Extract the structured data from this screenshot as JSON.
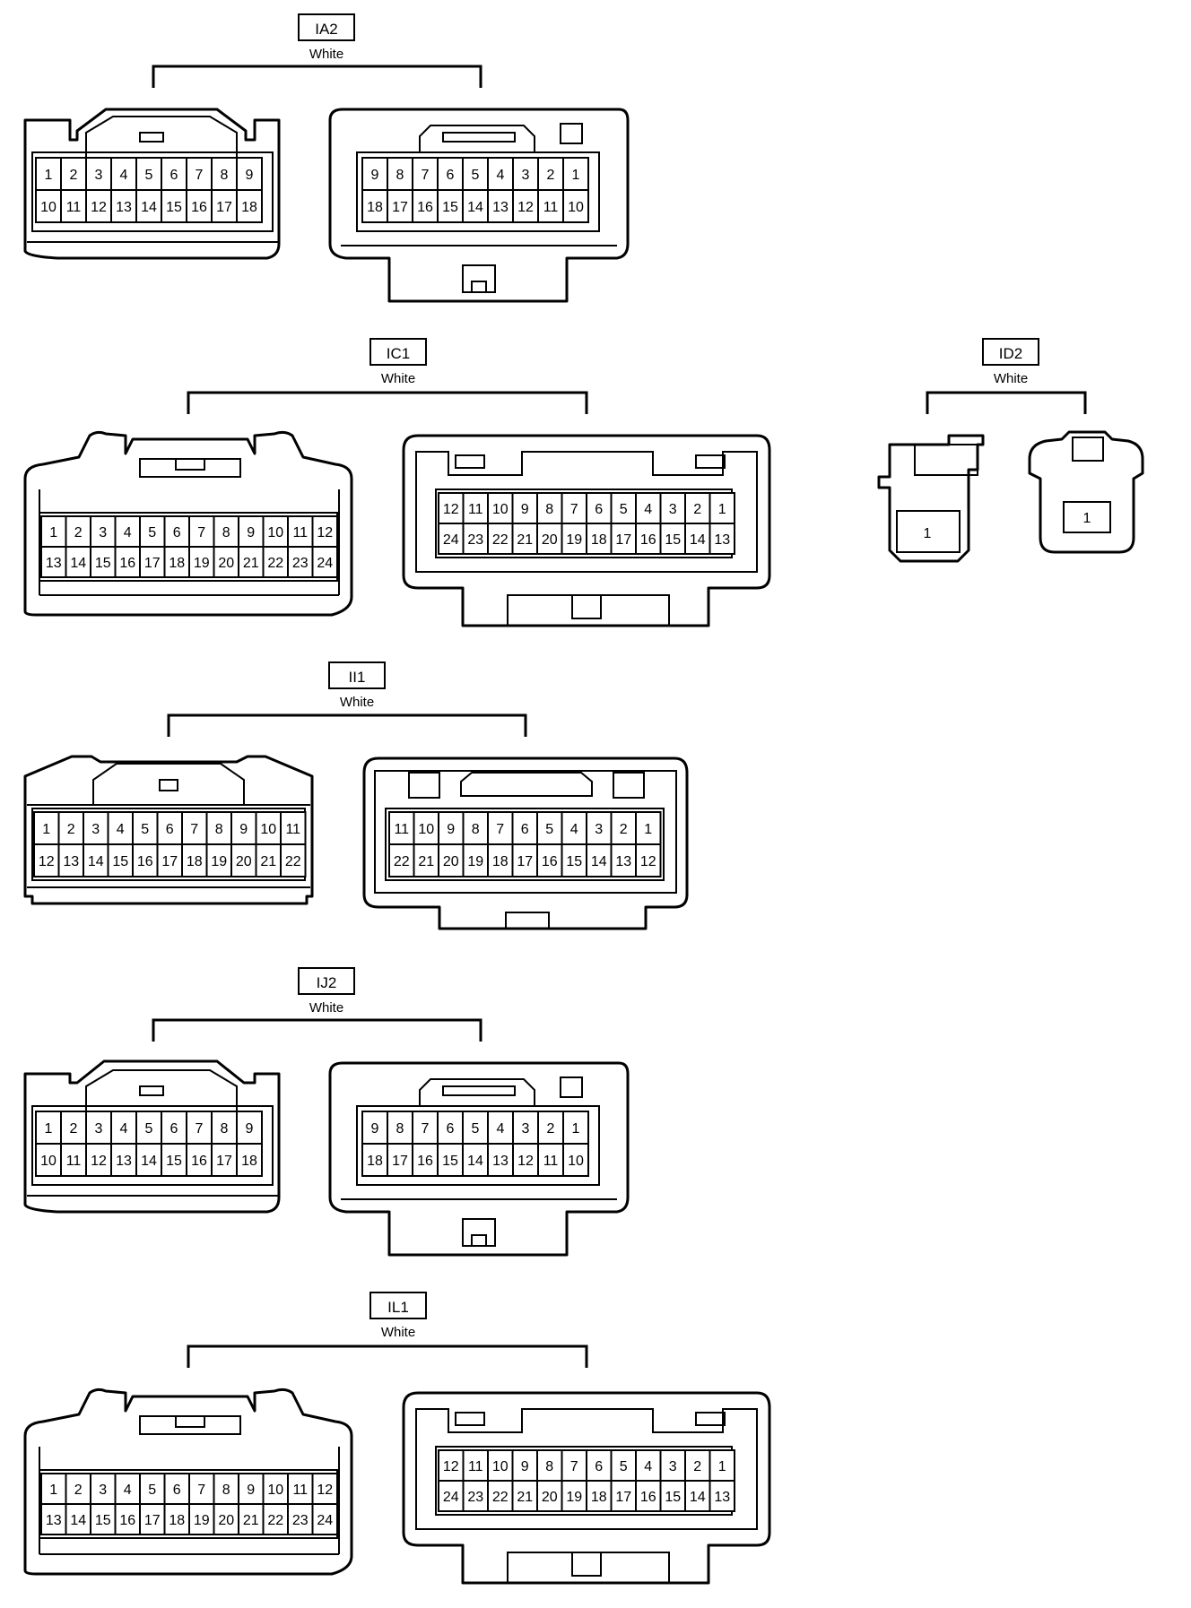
{
  "connectors": [
    {
      "id": "ia2",
      "code": "IA2",
      "color": "White",
      "rows": [
        [
          "1",
          "2",
          "3",
          "4",
          "5",
          "6",
          "7",
          "8",
          "9"
        ],
        [
          "10",
          "11",
          "12",
          "13",
          "14",
          "15",
          "16",
          "17",
          "18"
        ]
      ],
      "mirror_rows": [
        [
          "9",
          "8",
          "7",
          "6",
          "5",
          "4",
          "3",
          "2",
          "1"
        ],
        [
          "18",
          "17",
          "16",
          "15",
          "14",
          "13",
          "12",
          "11",
          "10"
        ]
      ]
    },
    {
      "id": "ic1",
      "code": "IC1",
      "color": "White",
      "rows": [
        [
          "1",
          "2",
          "3",
          "4",
          "5",
          "6",
          "7",
          "8",
          "9",
          "10",
          "11",
          "12"
        ],
        [
          "13",
          "14",
          "15",
          "16",
          "17",
          "18",
          "19",
          "20",
          "21",
          "22",
          "23",
          "24"
        ]
      ],
      "mirror_rows": [
        [
          "12",
          "11",
          "10",
          "9",
          "8",
          "7",
          "6",
          "5",
          "4",
          "3",
          "2",
          "1"
        ],
        [
          "24",
          "23",
          "22",
          "21",
          "20",
          "19",
          "18",
          "17",
          "16",
          "15",
          "14",
          "13"
        ]
      ]
    },
    {
      "id": "id2",
      "code": "ID2",
      "color": "White",
      "rows": [
        [
          "1"
        ]
      ],
      "mirror_rows": [
        [
          "1"
        ]
      ]
    },
    {
      "id": "ii1",
      "code": "II1",
      "color": "White",
      "rows": [
        [
          "1",
          "2",
          "3",
          "4",
          "5",
          "6",
          "7",
          "8",
          "9",
          "10",
          "11"
        ],
        [
          "12",
          "13",
          "14",
          "15",
          "16",
          "17",
          "18",
          "19",
          "20",
          "21",
          "22"
        ]
      ],
      "mirror_rows": [
        [
          "11",
          "10",
          "9",
          "8",
          "7",
          "6",
          "5",
          "4",
          "3",
          "2",
          "1"
        ],
        [
          "22",
          "21",
          "20",
          "19",
          "18",
          "17",
          "16",
          "15",
          "14",
          "13",
          "12"
        ]
      ]
    },
    {
      "id": "ij2",
      "code": "IJ2",
      "color": "White",
      "rows": [
        [
          "1",
          "2",
          "3",
          "4",
          "5",
          "6",
          "7",
          "8",
          "9"
        ],
        [
          "10",
          "11",
          "12",
          "13",
          "14",
          "15",
          "16",
          "17",
          "18"
        ]
      ],
      "mirror_rows": [
        [
          "9",
          "8",
          "7",
          "6",
          "5",
          "4",
          "3",
          "2",
          "1"
        ],
        [
          "18",
          "17",
          "16",
          "15",
          "14",
          "13",
          "12",
          "11",
          "10"
        ]
      ]
    },
    {
      "id": "il1",
      "code": "IL1",
      "color": "White",
      "rows": [
        [
          "1",
          "2",
          "3",
          "4",
          "5",
          "6",
          "7",
          "8",
          "9",
          "10",
          "11",
          "12"
        ],
        [
          "13",
          "14",
          "15",
          "16",
          "17",
          "18",
          "19",
          "20",
          "21",
          "22",
          "23",
          "24"
        ]
      ],
      "mirror_rows": [
        [
          "12",
          "11",
          "10",
          "9",
          "8",
          "7",
          "6",
          "5",
          "4",
          "3",
          "2",
          "1"
        ],
        [
          "24",
          "23",
          "22",
          "21",
          "20",
          "19",
          "18",
          "17",
          "16",
          "15",
          "14",
          "13"
        ]
      ]
    }
  ]
}
